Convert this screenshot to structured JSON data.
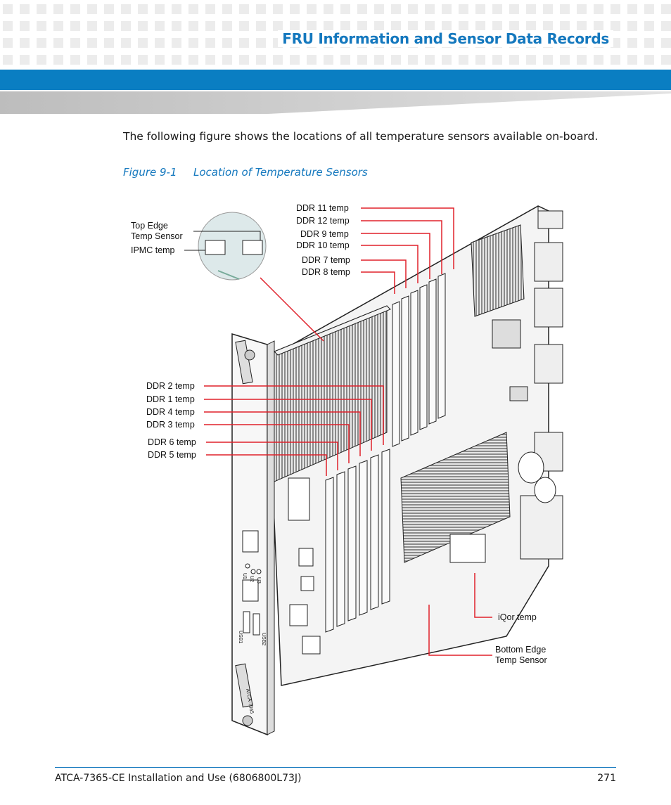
{
  "header": {
    "section_title": "FRU Information and Sensor Data Records"
  },
  "body": {
    "intro_text": "The following figure shows the locations of all temperature sensors available on-board.",
    "figure_number": "Figure 9-1",
    "figure_title": "Location of Temperature Sensors"
  },
  "figure": {
    "callouts_left_top": [
      "Top Edge",
      "Temp Sensor",
      "IPMC temp"
    ],
    "callouts_top": [
      "DDR 11 temp",
      "DDR 12 temp",
      "DDR 9 temp",
      "DDR 10 temp",
      "DDR 7 temp",
      "DDR 8 temp"
    ],
    "callouts_left": [
      "DDR 2 temp",
      "DDR 1 temp",
      "DDR 4 temp",
      "DDR 3 temp",
      "DDR 6 temp",
      "DDR 5 temp"
    ],
    "callouts_bottom": [
      "iQor temp",
      "Bottom Edge",
      "Temp Sensor"
    ],
    "board_marking": "ATCA-7365",
    "usb_labels": [
      "USB1",
      "USB2"
    ],
    "led_labels": [
      "U1",
      "U2",
      "U3"
    ],
    "leader_color": "#e0202a"
  },
  "footer": {
    "doc_title": "ATCA-7365-CE Installation and Use (6806800L73J)",
    "page_number": "271"
  }
}
